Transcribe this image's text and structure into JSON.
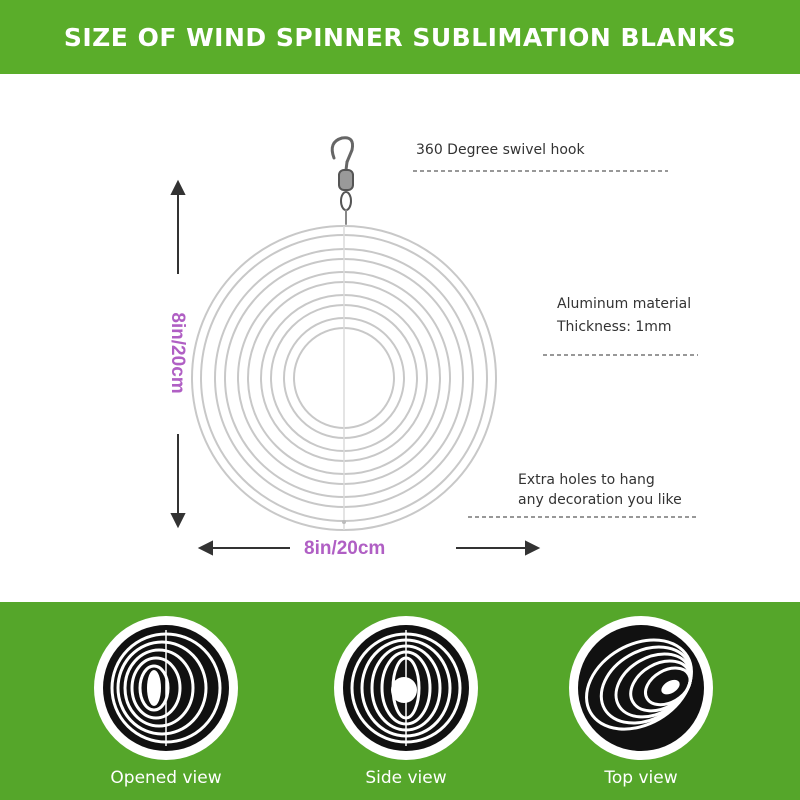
{
  "banner": {
    "title": "SIZE OF WIND SPINNER SUBLIMATION BLANKS",
    "background": "#5aad2a"
  },
  "callouts": {
    "hook": {
      "line1": "360 Degree swivel hook"
    },
    "material": {
      "line1": "Aluminum material",
      "line2": "Thickness: 1mm"
    },
    "holes": {
      "line1": "Extra holes to hang",
      "line2": "any decoration you like"
    }
  },
  "dimensions": {
    "height_label": "8in/20cm",
    "width_label": "8in/20cm",
    "label_color": "#b05fc4"
  },
  "views": [
    {
      "label": "Opened view",
      "icon": "spinner-opened-view-icon"
    },
    {
      "label": "Side view",
      "icon": "spinner-side-view-icon"
    },
    {
      "label": "Top view",
      "icon": "spinner-top-view-icon"
    }
  ],
  "colors": {
    "accent_green": "#55a62a",
    "text_dark": "#333333",
    "view_label": "#ffffff"
  }
}
